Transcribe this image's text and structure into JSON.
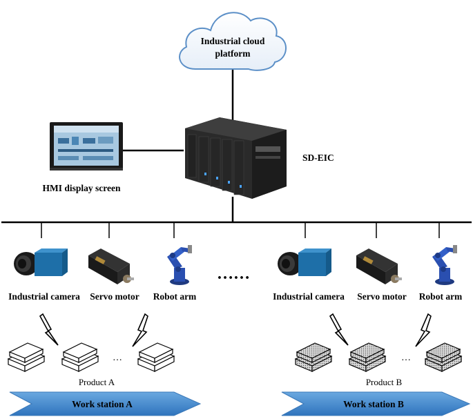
{
  "cloud": {
    "label_line1": "Industrial cloud",
    "label_line2": "platform"
  },
  "controller": {
    "label": "SD-EIC"
  },
  "hmi": {
    "label": "HMI display screen"
  },
  "station_a": {
    "devices": [
      "Industrial camera",
      "Servo motor",
      "Robot arm"
    ],
    "product_label": "Product A",
    "station_label": "Work station A"
  },
  "station_b": {
    "devices": [
      "Industrial camera",
      "Servo motor",
      "Robot arm"
    ],
    "product_label": "Product B",
    "station_label": "Work station B"
  },
  "ellipsis_middle": "……",
  "ellipsis_products": "…",
  "colors": {
    "arrow_fill": "#4a90d0",
    "cloud_stroke": "#5b8fc7",
    "screen": "#a8c8e0",
    "motor": "#1a1a1a",
    "robot": "#2a4fb0",
    "camera_body": "#1e6fa8"
  }
}
